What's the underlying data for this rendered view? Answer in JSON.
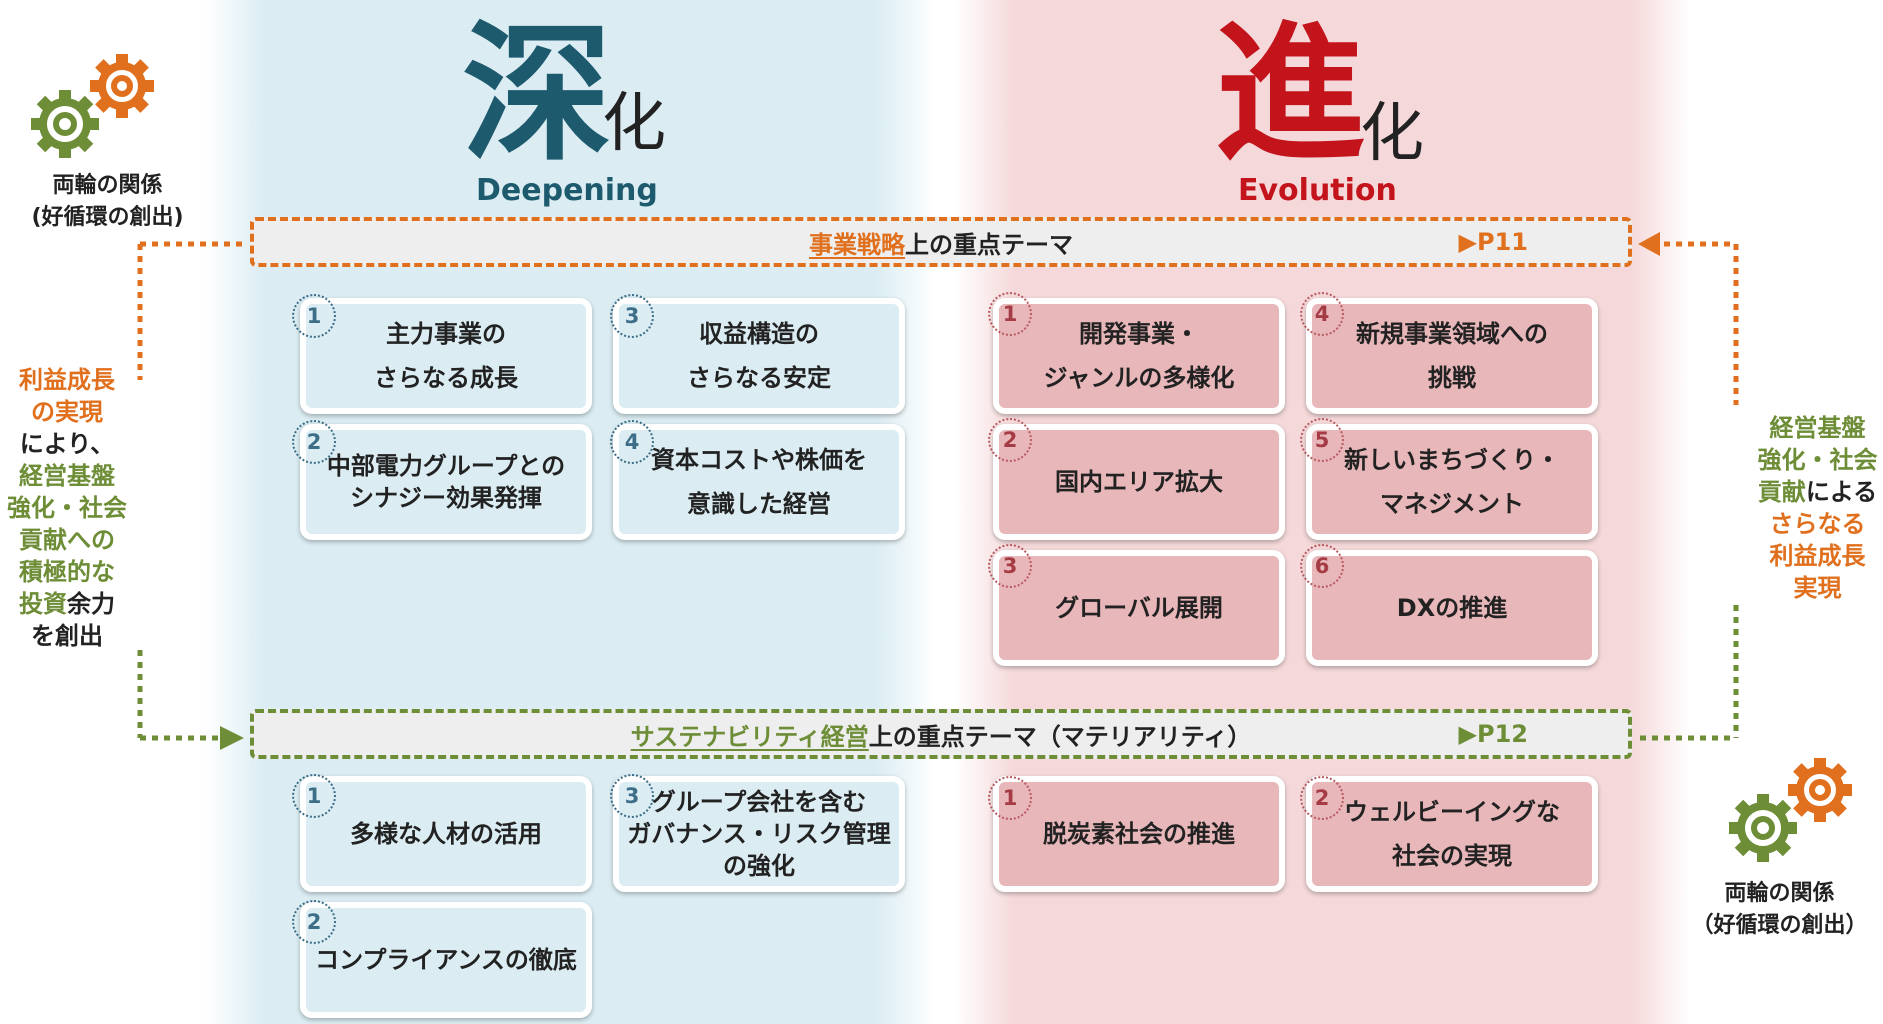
{
  "colors": {
    "deepening": "#1e5a6e",
    "evolution": "#c3131b",
    "orange": "#e0701d",
    "green": "#6e8d37"
  },
  "deepening": {
    "kanji": "深",
    "small": "化",
    "english": "Deepening"
  },
  "evolution": {
    "kanji": "進",
    "small": "化",
    "english": "Evolution"
  },
  "business_banner": {
    "underlined": "事業戦略",
    "rest": "上の重点テーマ",
    "page": "▶P11"
  },
  "sustainability_banner": {
    "underlined": "サステナビリティ経営",
    "rest": "上の重点テーマ（マテリアリティ）",
    "page": "▶P12"
  },
  "business_deepening": [
    {
      "num": "1",
      "text": "主力事業の\nさらなる成長"
    },
    {
      "num": "3",
      "text": "収益構造の\nさらなる安定"
    },
    {
      "num": "2",
      "text": "中部電力グループとの\nシナジー効果発揮"
    },
    {
      "num": "4",
      "text": "資本コストや株価を\n意識した経営"
    }
  ],
  "business_evolution": [
    {
      "num": "1",
      "text": "開発事業・\nジャンルの多様化"
    },
    {
      "num": "4",
      "text": "新規事業領域への\n挑戦"
    },
    {
      "num": "2",
      "text": "国内エリア拡大"
    },
    {
      "num": "5",
      "text": "新しいまちづくり・\nマネジメント"
    },
    {
      "num": "3",
      "text": "グローバル展開"
    },
    {
      "num": "6",
      "text": "DXの推進"
    }
  ],
  "sustainability_deepening": [
    {
      "num": "1",
      "text": "多様な人材の活用"
    },
    {
      "num": "3",
      "text": "グループ会社を含む\nガバナンス・リスク管理\nの強化"
    },
    {
      "num": "2",
      "text": "コンプライアンスの徹底"
    }
  ],
  "sustainability_evolution": [
    {
      "num": "1",
      "text": "脱炭素社会の推進"
    },
    {
      "num": "2",
      "text": "ウェルビーイングな\n社会の実現"
    }
  ],
  "left_side": {
    "lines": [
      "利益成長",
      "の実現",
      "により、",
      "経営基盤",
      "強化・社会",
      "貢献への",
      "積極的な",
      "投資",
      "余力",
      "を創出"
    ]
  },
  "right_side": {
    "lines": [
      "経営基盤",
      "強化・社会",
      "貢献",
      "による",
      "さらなる",
      "利益成長",
      "実現"
    ]
  },
  "gear_label": "両輪の関係\n(好循環の創出)",
  "gear_label_right": "両輪の関係\n（好循環の創出）"
}
